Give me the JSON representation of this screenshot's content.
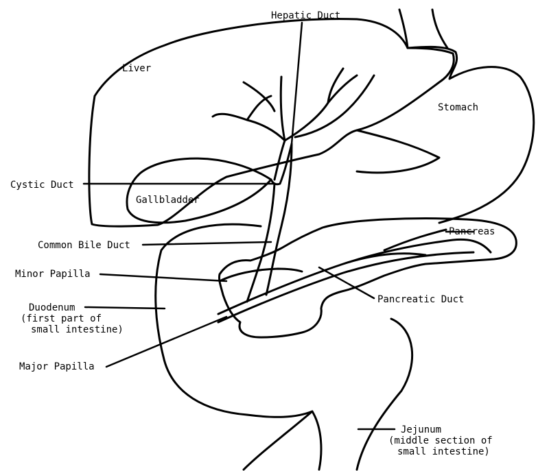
{
  "labels": {
    "hepatic_duct": "Hepatic Duct",
    "liver": "Liver",
    "stomach": "Stomach",
    "cystic_duct": "Cystic Duct",
    "gallbladder": "Gallbladder",
    "pancreas": "Pancreas",
    "common_bile_duct": "Common Bile Duct",
    "minor_papilla": "Minor Papilla",
    "pancreatic_duct": "Pancreatic Duct",
    "duodenum_line1": "Duodenum",
    "duodenum_line2": "(first part of",
    "duodenum_line3": "small intestine)",
    "major_papilla": "Major Papilla",
    "jejunum_line1": "Jejunum",
    "jejunum_line2": "(middle section of",
    "jejunum_line3": "small intestine)"
  }
}
